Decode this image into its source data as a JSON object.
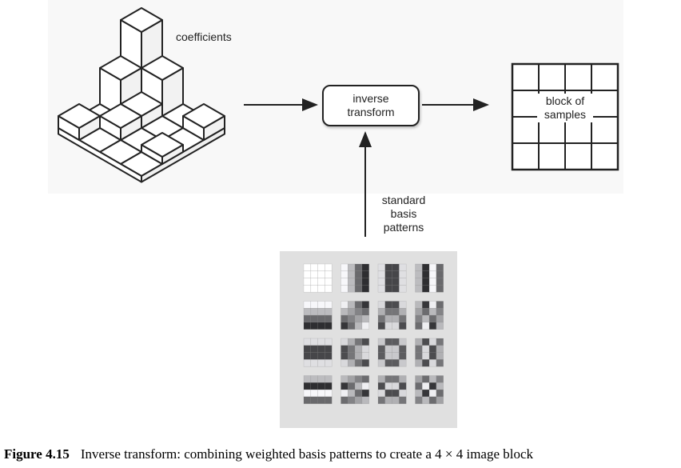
{
  "labels": {
    "coefficients": "coefficients",
    "inverse_transform": [
      "inverse",
      "transform"
    ],
    "block_of_samples": [
      "block of",
      "samples"
    ],
    "standard_basis_patterns": [
      "standard",
      "basis",
      "patterns"
    ]
  },
  "caption": {
    "number": "Figure 4.15",
    "text": "Inverse transform: combining weighted basis patterns to create a 4 × 4 image block"
  },
  "colors": {
    "line": "#222222",
    "panel": "#e0e0e0",
    "dark": "#26282c"
  }
}
